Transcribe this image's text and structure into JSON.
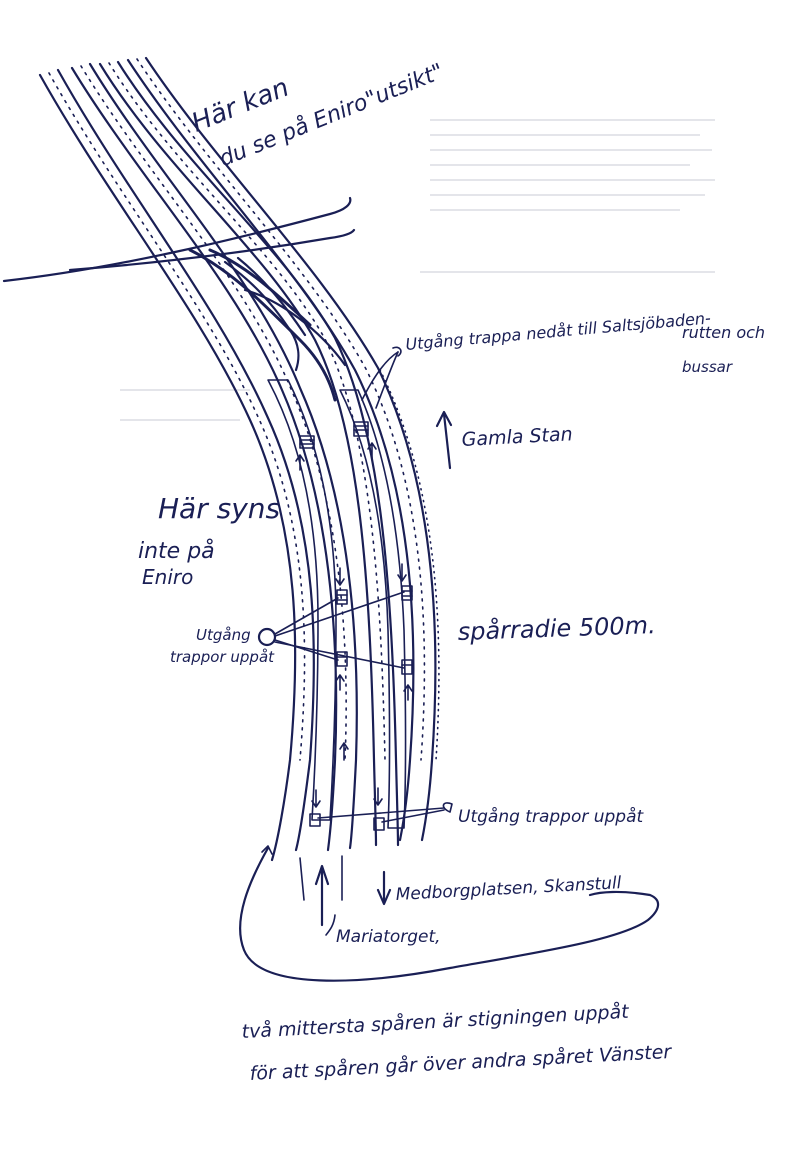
{
  "annotations": {
    "eniro_view_line1": "Här kan",
    "eniro_view_line2": "du se på Eniro\"utsikt\"",
    "exit_down_line1": "Utgång trappa nedåt till Saltsjöbaden-",
    "exit_down_line2": "rutten och",
    "exit_down_line3": "bussar",
    "gamla_stan": "Gamla Stan",
    "not_on_eniro_line1": "Här syns",
    "not_on_eniro_line2": "inte på",
    "not_on_eniro_line3": "Eniro",
    "track_radius": "spårradie 500m.",
    "exit_up_left_line1": "Utgång",
    "exit_up_left_line2": "trappor uppåt",
    "exit_up_bottom": "Utgång trappor uppåt",
    "medborgarplatsen": "Medborgplatsen, Skanstull",
    "mariatorget": "Mariatorget,",
    "note_line1": "två mittersta spåren är stigningen uppåt",
    "note_line2": "för att spåren går över andra spåret Vänster"
  },
  "colors": {
    "ink": "#1a1f55",
    "paper": "#ffffff"
  }
}
